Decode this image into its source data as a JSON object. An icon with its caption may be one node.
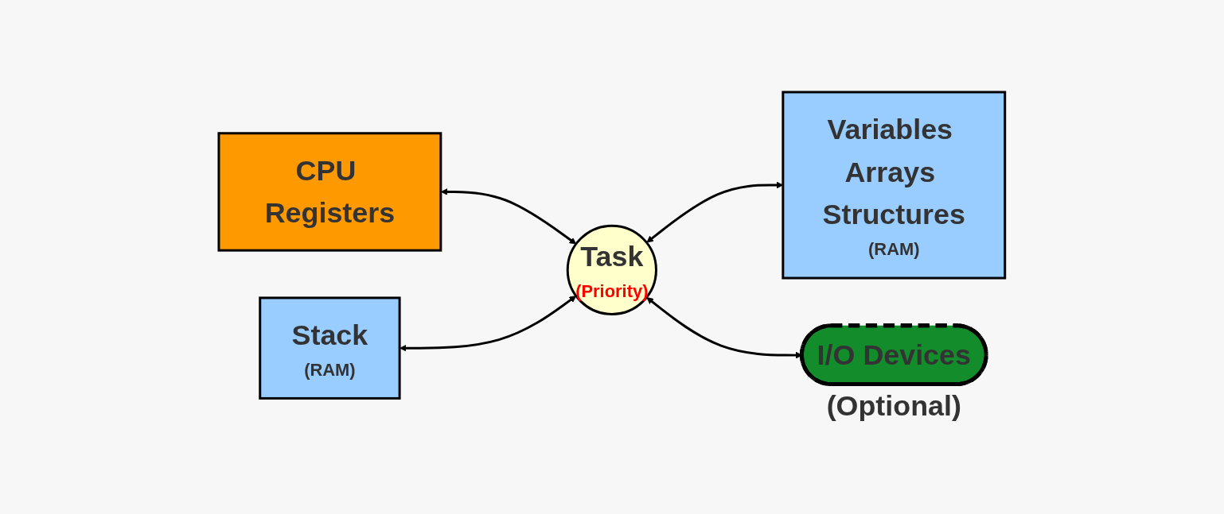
{
  "diagram": {
    "nodes": [
      {
        "text": [
          "CPU Registers"
        ]
      },
      {
        "text": [
          "Variables Arrays Structures",
          "(RAM)"
        ]
      },
      {
        "text": [
          "Task",
          "(Priority)"
        ]
      },
      {
        "text": [
          "Stack",
          "(RAM)"
        ]
      },
      {
        "text": [
          "I/O Devices"
        ],
        "beside": [
          "(Optional)"
        ]
      }
    ],
    "edges": [
      {
        "from": 0,
        "to": 2,
        "arrow": "both"
      },
      {
        "from": 2,
        "to": 1,
        "arrow": "both"
      },
      {
        "from": 3,
        "to": 2,
        "arrow": "both"
      },
      {
        "from": 2,
        "to": 4,
        "arrow": "both"
      }
    ]
  }
}
